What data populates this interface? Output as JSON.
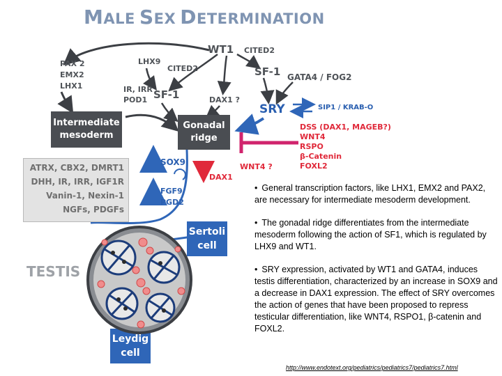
{
  "title": {
    "word1_cap": "M",
    "word1_rest": "ALE",
    "word2_cap": "S",
    "word2_rest": "EX",
    "word3_cap": "D",
    "word3_rest": "ETERMINATION"
  },
  "labels": {
    "wt1": "WT1",
    "cited2_top": "CITED2",
    "cited2_left": "CITED2",
    "lhx9": "LHX9",
    "sf1_right": "SF-1",
    "sf1_left": "SF-1",
    "ir_irr": "IR, IRR",
    "pod1": "POD1",
    "gata4": "GATA4 / FOG2",
    "dax1_q": "DAX1 ?",
    "sry": "SRY",
    "sip1": "SIP1 / KRAB-O",
    "pax2_list": [
      "PAX 2",
      "EMX2",
      "LHX1"
    ],
    "repressors": [
      "DSS (DAX1, MAGEB?)",
      "WNT4",
      "RSPO",
      "β-Catenin",
      "FOXL2"
    ],
    "wnt4_q": "WNT4 ?",
    "sox9": "SOX9",
    "dax1": "DAX1",
    "fgf9": "FGF9",
    "pgd2": "PGD2"
  },
  "boxes": {
    "intermediate": "Intermediate mesoderm",
    "gonadal": "Gonadal ridge",
    "genes": [
      "ATRX, CBX2, DMRT1",
      "DHH, IR, IRR, IGF1R",
      "Vanin-1, Nexin-1",
      "NGFs, PDGFs"
    ],
    "sertoli": "Sertoli cell",
    "leydig": "Leydig cell",
    "testis": "TESTIS"
  },
  "bullets": [
    "General transcription factors, like LHX1, EMX2 and PAX2, are necessary for intermediate mesoderm development.",
    "The gonadal ridge differentiates from the intermediate mesoderm following the action of SF1, which is regulated by LHX9 and WT1.",
    "SRY expression, activated by WT1 and GATA4, induces testis differentiation, characterized by an increase in SOX9 and a decrease in DAX1 expression. The effect of SRY overcomes the action of genes that have been proposed to repress testicular differentiation, like WNT4, RSPO1, β-catenin and FOXL2."
  ],
  "bullet_symbol": "•",
  "source_url": "http://www.endotext.org/pediatrics/pediatrics7/pediatrics7.html",
  "colors": {
    "title": "#7f94b2",
    "dark_box": "#4a4d52",
    "blue": "#2f66b8",
    "red": "#e0293a",
    "gray_text": "#4f5358"
  }
}
